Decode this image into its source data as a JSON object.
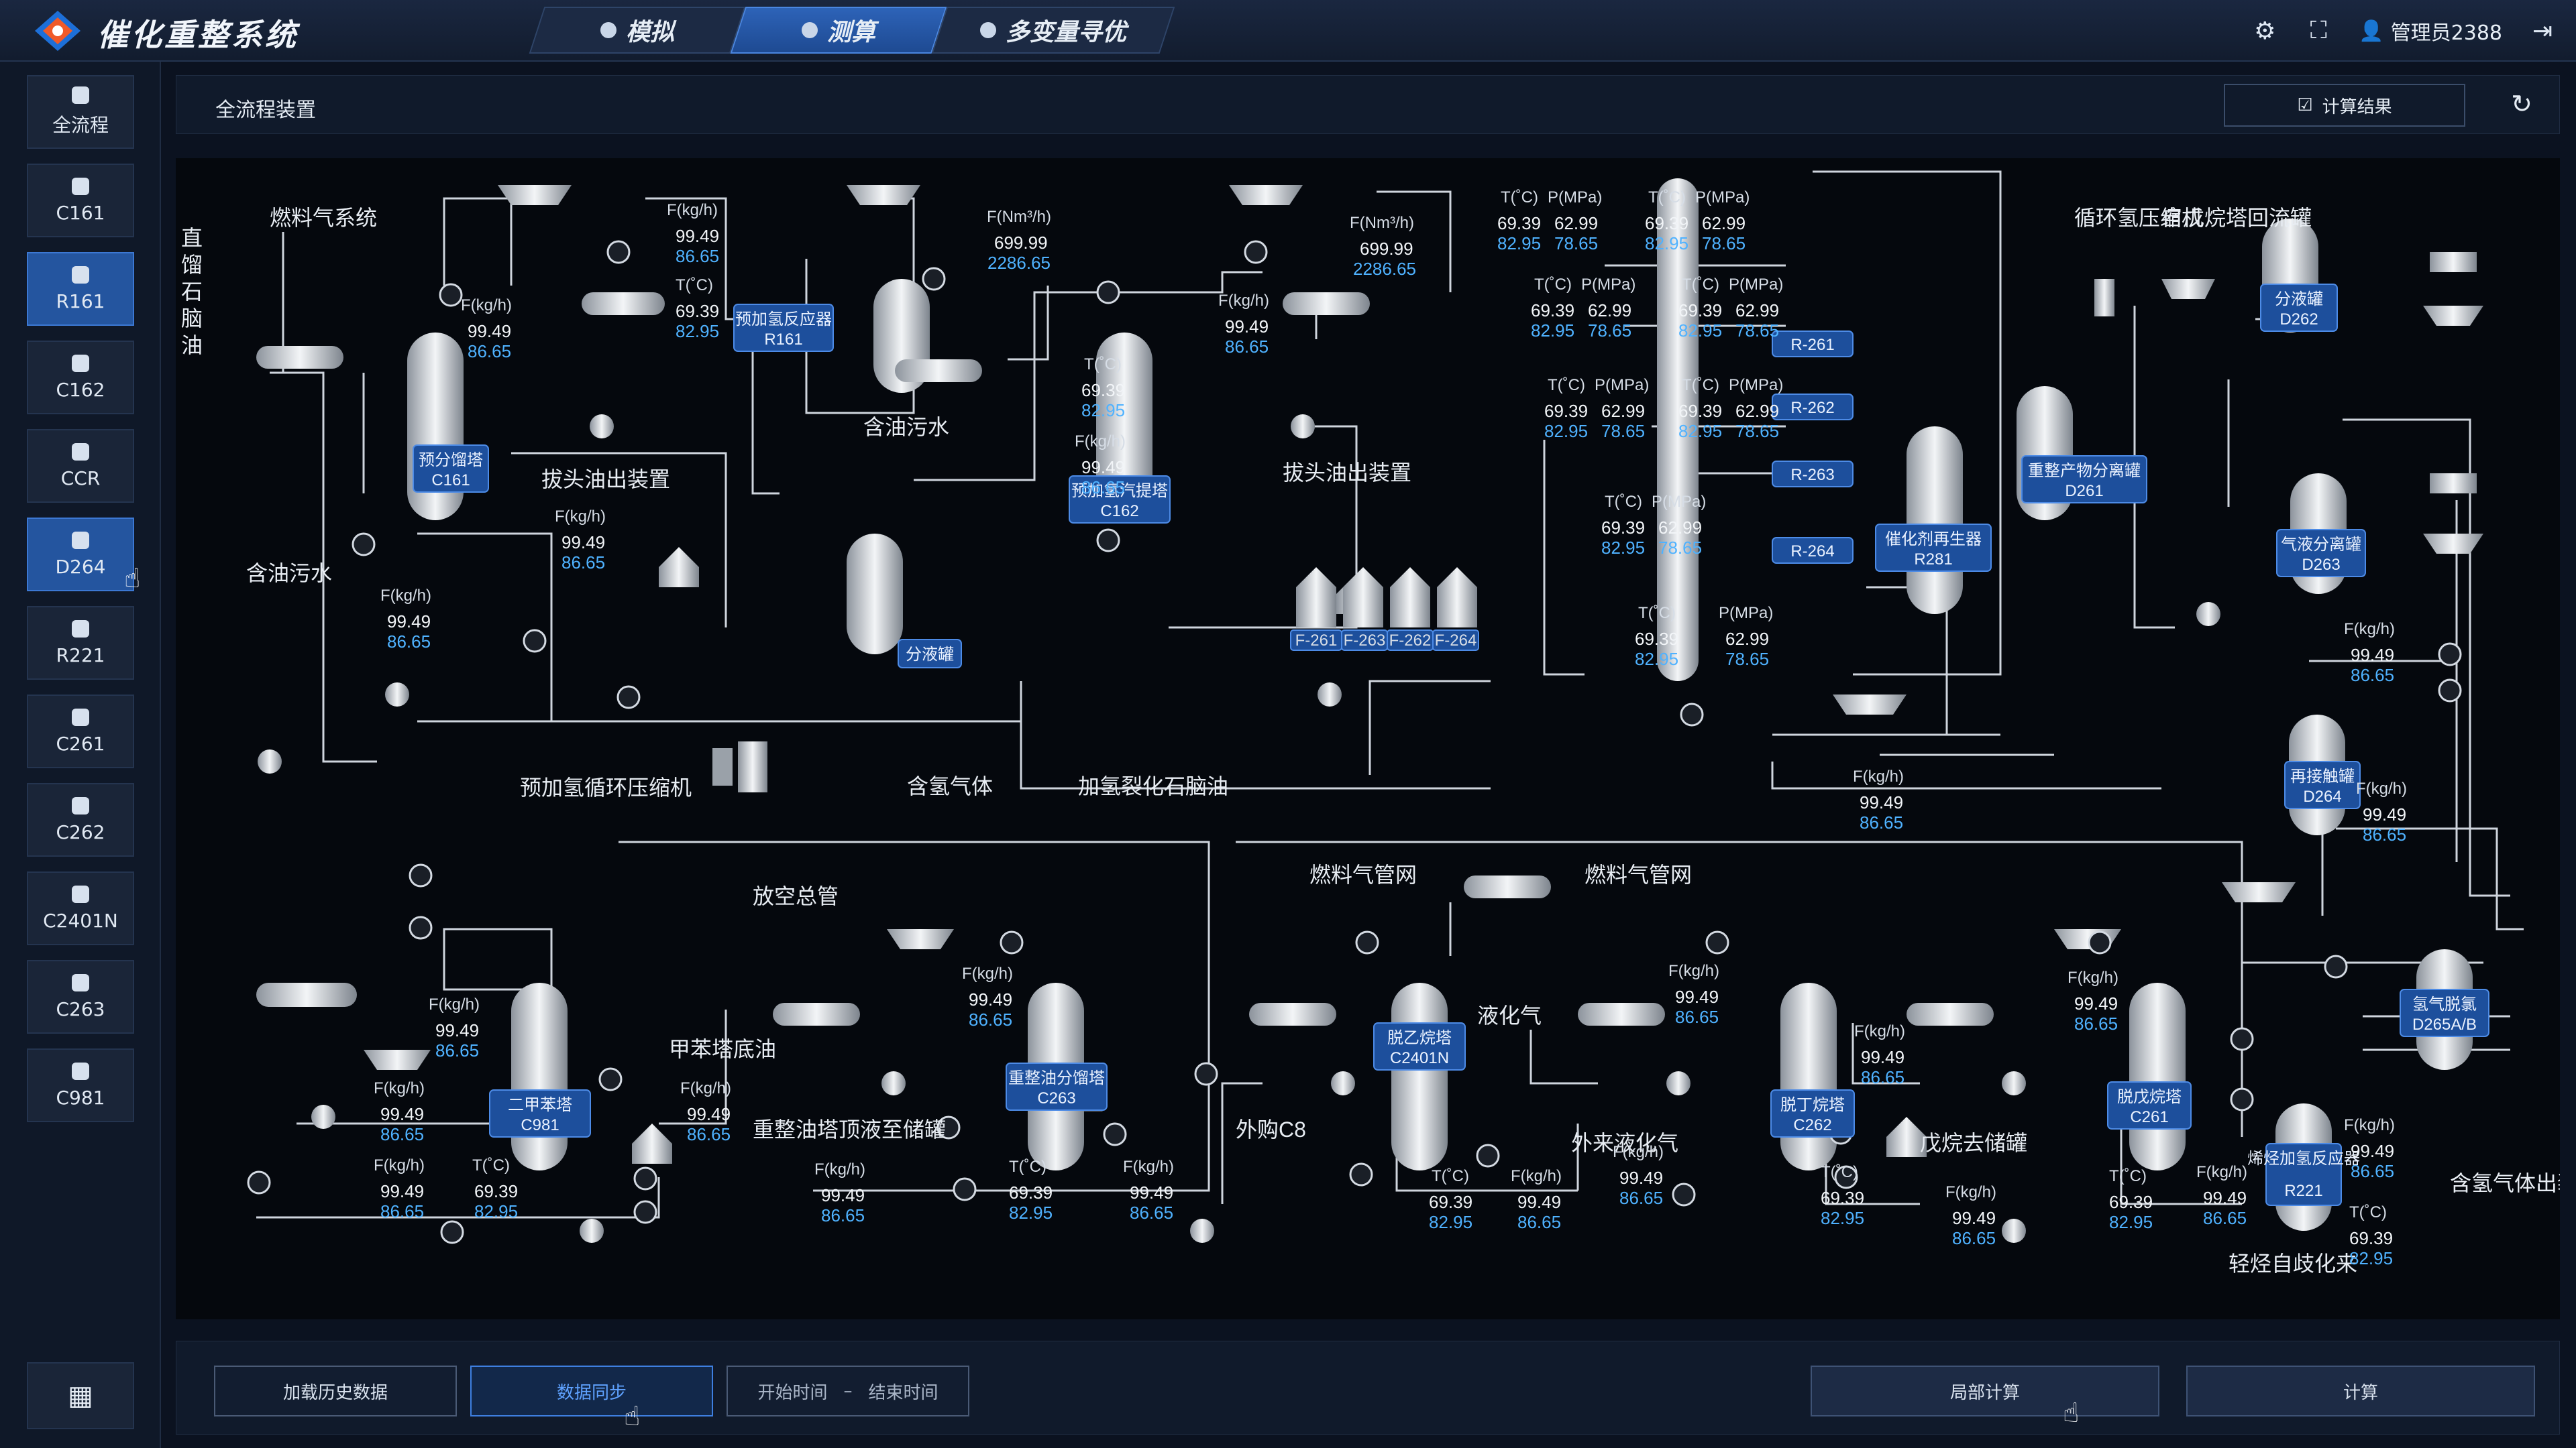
{
  "app": {
    "title": "催化重整系统"
  },
  "tabs": [
    {
      "label": "模拟"
    },
    {
      "label": "测算"
    },
    {
      "label": "多变量寻优"
    }
  ],
  "header": {
    "user": "管理员2388"
  },
  "sidebar": [
    {
      "label": "全流程"
    },
    {
      "label": "C161"
    },
    {
      "label": "R161"
    },
    {
      "label": "C162"
    },
    {
      "label": "CCR"
    },
    {
      "label": "D264"
    },
    {
      "label": "R221"
    },
    {
      "label": "C261"
    },
    {
      "label": "C262"
    },
    {
      "label": "C2401N"
    },
    {
      "label": "C263"
    },
    {
      "label": "C981"
    }
  ],
  "page": {
    "title": "全流程装置",
    "calc_result": "计算结果"
  },
  "bottom": {
    "load_history": "加载历史数据",
    "sync": "数据同步",
    "start_time": "开始时间",
    "dash": "–",
    "end_time": "结束时间",
    "local_calc": "局部计算",
    "calc": "计算"
  },
  "diagram": {
    "labels": {
      "feed": "直馏石脑油",
      "fuel_gas_system": "燃料气系统",
      "oily_water": "含油污水",
      "oily_water2": "含油污水",
      "strip_out": "拔头油出装置",
      "strip_out2": "拔头油出装置",
      "recycle_comp": "预加氢循环压缩机",
      "h2_gas": "含氢气体",
      "hc_naphtha": "加氢裂化石脑油",
      "recycle_h2_comp": "循环氢压缩机",
      "ccr_reflux": "自戊烷塔回流罐",
      "vent": "放空总管",
      "toluene_bottom": "甲苯塔底油",
      "reformate_top": "重整油塔顶液至储罐",
      "ext_c8": "外购C8",
      "fuel_gas_net": "燃料气管网",
      "fuel_gas_net2": "燃料气管网",
      "lpg": "液化气",
      "ext_lpg": "外来液化气",
      "c5_storage": "戊烷去储罐",
      "h2_out": "含氢气体出装置",
      "light_hc": "轻烃自歧化来"
    },
    "units": {
      "C161": {
        "name": "预分馏塔",
        "tag": "C161"
      },
      "R161": {
        "name": "预加氢反应器",
        "tag": "R161"
      },
      "C162": {
        "name": "预加氢汽提塔",
        "tag": "C162"
      },
      "sep": {
        "name": "分液罐"
      },
      "R261": "R-261",
      "R262": "R-262",
      "R263": "R-263",
      "R264": "R-264",
      "R281": {
        "name": "催化剂再生器",
        "tag": "R281"
      },
      "D261": {
        "name": "重整产物分离罐",
        "tag": "D261"
      },
      "D262": {
        "name": "分液罐",
        "tag": "D262"
      },
      "D263": {
        "name": "气液分离罐",
        "tag": "D263"
      },
      "D264": {
        "name": "再接触罐",
        "tag": "D264"
      },
      "D265": {
        "name": "氢气脱氯",
        "tag": "D265A/B"
      },
      "C981": {
        "name": "二甲苯塔",
        "tag": "C981"
      },
      "C263": {
        "name": "重整油分馏塔",
        "tag": "C263"
      },
      "C2401N": {
        "name": "脱乙烷塔",
        "tag": "C2401N"
      },
      "C262": {
        "name": "脱丁烷塔",
        "tag": "C262"
      },
      "C261": {
        "name": "脱戊烷塔",
        "tag": "C261"
      },
      "R221": {
        "name": "烯烃加氢反应器",
        "tag": "R221"
      },
      "F261": "F-261",
      "F263": "F-263",
      "F262": "F-262",
      "F264": "F-264"
    },
    "readings": {
      "flow_label": "F(kg/h)",
      "temp_label": "T(˚C)",
      "press_label": "P(MPa)",
      "gas_flow_label": "F(Nm³/h)",
      "v1": "99.49",
      "v2": "86.65",
      "t1": "69.39",
      "t2": "82.95",
      "p1": "62.99",
      "p2": "78.65",
      "g1": "699.99",
      "g2": "2286.65"
    }
  }
}
